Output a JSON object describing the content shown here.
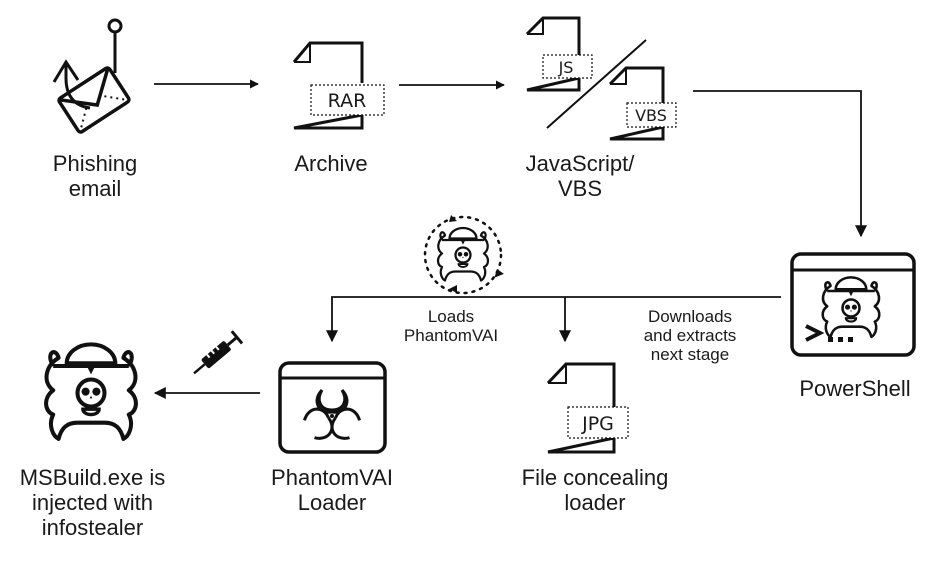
{
  "diagram": {
    "nodes": [
      {
        "id": "phishing",
        "label": "Phishing\nemail",
        "icon": "phishing-hook-envelope-icon"
      },
      {
        "id": "archive",
        "label": "Archive",
        "icon": "file-icon",
        "badge": "RAR"
      },
      {
        "id": "script",
        "label": "JavaScript/\nVBS",
        "icon": "file-pair-icon",
        "badges": [
          "JS",
          "VBS"
        ]
      },
      {
        "id": "powershell",
        "label": "PowerShell",
        "icon": "terminal-window-bug-icon"
      },
      {
        "id": "file_loader",
        "label": "File concealing\nloader",
        "icon": "file-icon",
        "badge": "JPG"
      },
      {
        "id": "phantom_loader",
        "label": "PhantomVAI\nLoader",
        "icon": "biohazard-window-icon"
      },
      {
        "id": "msbuild",
        "label": "MSBuild.exe is\ninjected with\ninfostealer",
        "icon": "bug-skull-icon"
      }
    ],
    "edges": [
      {
        "from": "phishing",
        "to": "archive",
        "label": ""
      },
      {
        "from": "archive",
        "to": "script",
        "label": ""
      },
      {
        "from": "script",
        "to": "powershell",
        "label": ""
      },
      {
        "from": "powershell",
        "to": "file_loader",
        "label": "Downloads\nand extracts\nnext stage"
      },
      {
        "from": "powershell",
        "to": "phantom_loader",
        "label": "Loads\nPhantomVAI"
      },
      {
        "from": "phantom_loader",
        "to": "msbuild",
        "label": "",
        "icon": "syringe-icon"
      }
    ],
    "annotations": {
      "loop_icon": "cycling-bug-icon"
    }
  }
}
